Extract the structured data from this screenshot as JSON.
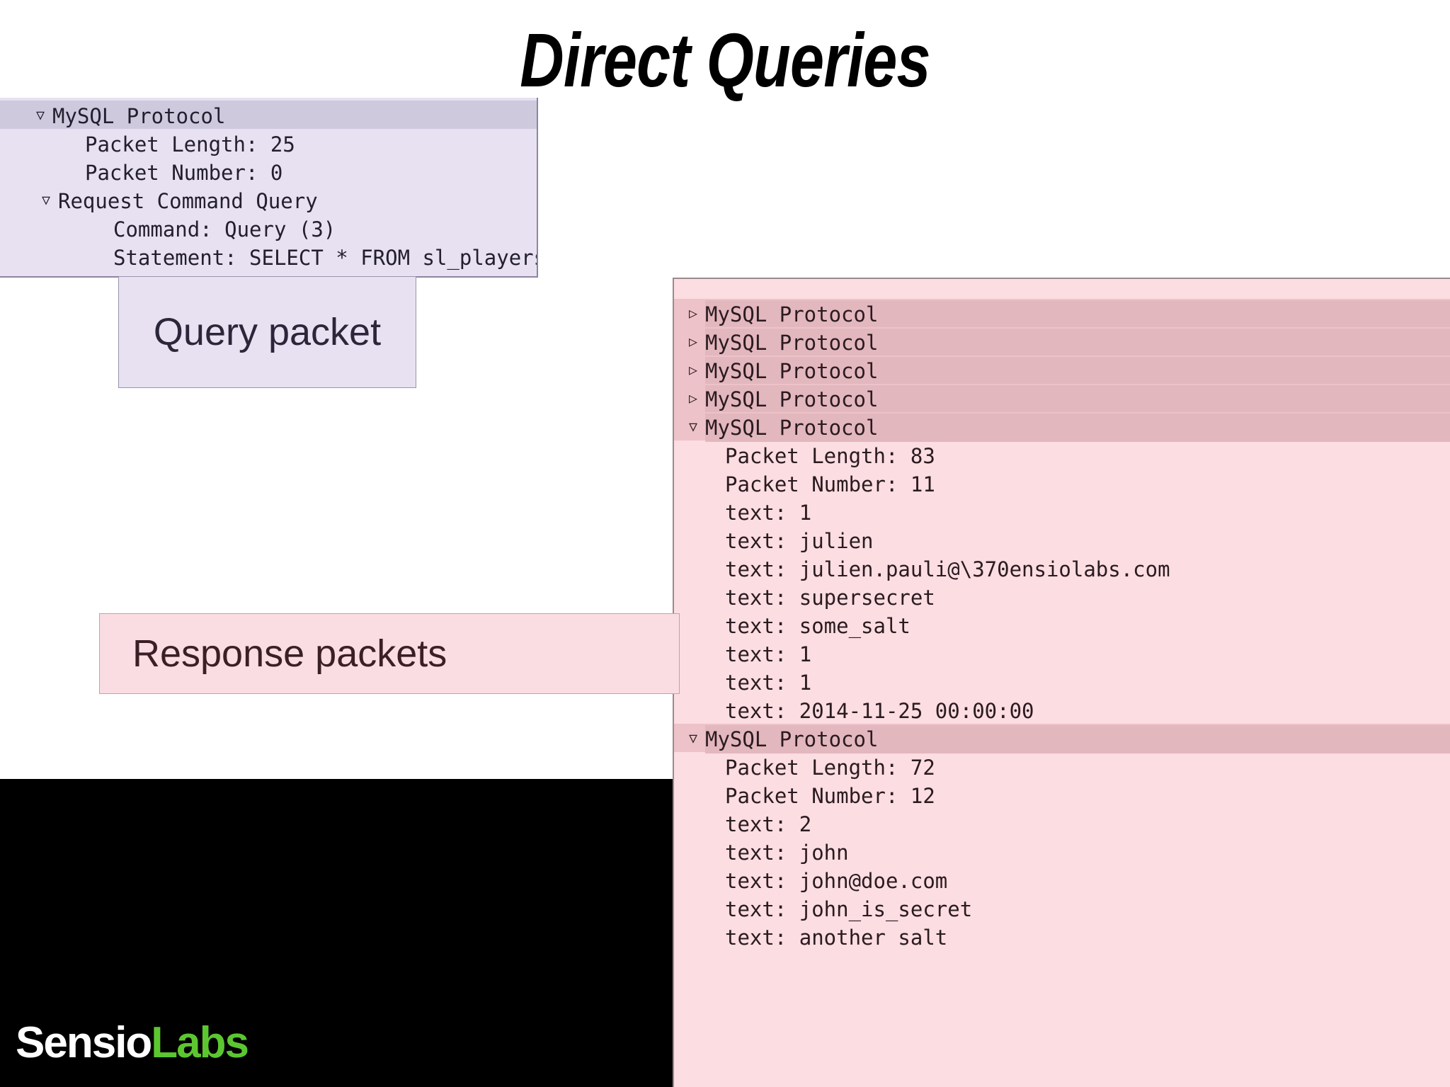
{
  "slide": {
    "title": "Direct Queries"
  },
  "footer": {
    "logo_primary": "Sensio",
    "logo_secondary": "Labs"
  },
  "captions": {
    "query": "Query packet",
    "response": "Response packets"
  },
  "colors": {
    "query_panel_bg": "#e7e1f2",
    "query_selected_row": "#cfc9dd",
    "response_panel_bg": "#fbdde2",
    "response_header_row": "#e3b7be",
    "logo_green": "#5cc631",
    "footer_bg": "#000000"
  },
  "icons": {
    "twisty_expanded": "▽",
    "twisty_collapsed": "▷"
  },
  "query_packet": {
    "rows": [
      {
        "indent": 1,
        "twisty": "▽",
        "label": "MySQL Protocol",
        "selected": true
      },
      {
        "indent": 2,
        "twisty": "",
        "label": "Packet Length: 25",
        "selected": false
      },
      {
        "indent": 2,
        "twisty": "",
        "label": "Packet Number: 0",
        "selected": false
      },
      {
        "indent": 1,
        "twisty": "▽",
        "label": "Request Command Query",
        "selected": false,
        "extra_indent": true
      },
      {
        "indent": 3,
        "twisty": "",
        "label": "Command: Query (3)",
        "selected": false
      },
      {
        "indent": 3,
        "twisty": "",
        "label": "Statement: SELECT * FROM sl_players",
        "selected": false
      }
    ]
  },
  "response_packets": {
    "rows": [
      {
        "indent": 1,
        "twisty": "▷",
        "label": "MySQL Protocol",
        "header": true
      },
      {
        "indent": 1,
        "twisty": "▷",
        "label": "MySQL Protocol",
        "header": true
      },
      {
        "indent": 1,
        "twisty": "▷",
        "label": "MySQL Protocol",
        "header": true
      },
      {
        "indent": 1,
        "twisty": "▷",
        "label": "MySQL Protocol",
        "header": true
      },
      {
        "indent": 1,
        "twisty": "▽",
        "label": "MySQL Protocol",
        "header": true
      },
      {
        "indent": 2,
        "twisty": "",
        "label": "Packet Length: 83",
        "header": false
      },
      {
        "indent": 2,
        "twisty": "",
        "label": "Packet Number: 11",
        "header": false
      },
      {
        "indent": 2,
        "twisty": "",
        "label": "text: 1",
        "header": false
      },
      {
        "indent": 2,
        "twisty": "",
        "label": "text: julien",
        "header": false
      },
      {
        "indent": 2,
        "twisty": "",
        "label": "text: julien.pauli@\\370ensiolabs.com",
        "header": false
      },
      {
        "indent": 2,
        "twisty": "",
        "label": "text: supersecret",
        "header": false
      },
      {
        "indent": 2,
        "twisty": "",
        "label": "text: some_salt",
        "header": false
      },
      {
        "indent": 2,
        "twisty": "",
        "label": "text: 1",
        "header": false
      },
      {
        "indent": 2,
        "twisty": "",
        "label": "text: 1",
        "header": false
      },
      {
        "indent": 2,
        "twisty": "",
        "label": "text: 2014-11-25 00:00:00",
        "header": false
      },
      {
        "indent": 1,
        "twisty": "▽",
        "label": "MySQL Protocol",
        "header": true
      },
      {
        "indent": 2,
        "twisty": "",
        "label": "Packet Length: 72",
        "header": false
      },
      {
        "indent": 2,
        "twisty": "",
        "label": "Packet Number: 12",
        "header": false
      },
      {
        "indent": 2,
        "twisty": "",
        "label": "text: 2",
        "header": false
      },
      {
        "indent": 2,
        "twisty": "",
        "label": "text: john",
        "header": false
      },
      {
        "indent": 2,
        "twisty": "",
        "label": "text: john@doe.com",
        "header": false
      },
      {
        "indent": 2,
        "twisty": "",
        "label": "text: john_is_secret",
        "header": false
      },
      {
        "indent": 2,
        "twisty": "",
        "label": "text: another salt",
        "header": false
      }
    ]
  }
}
